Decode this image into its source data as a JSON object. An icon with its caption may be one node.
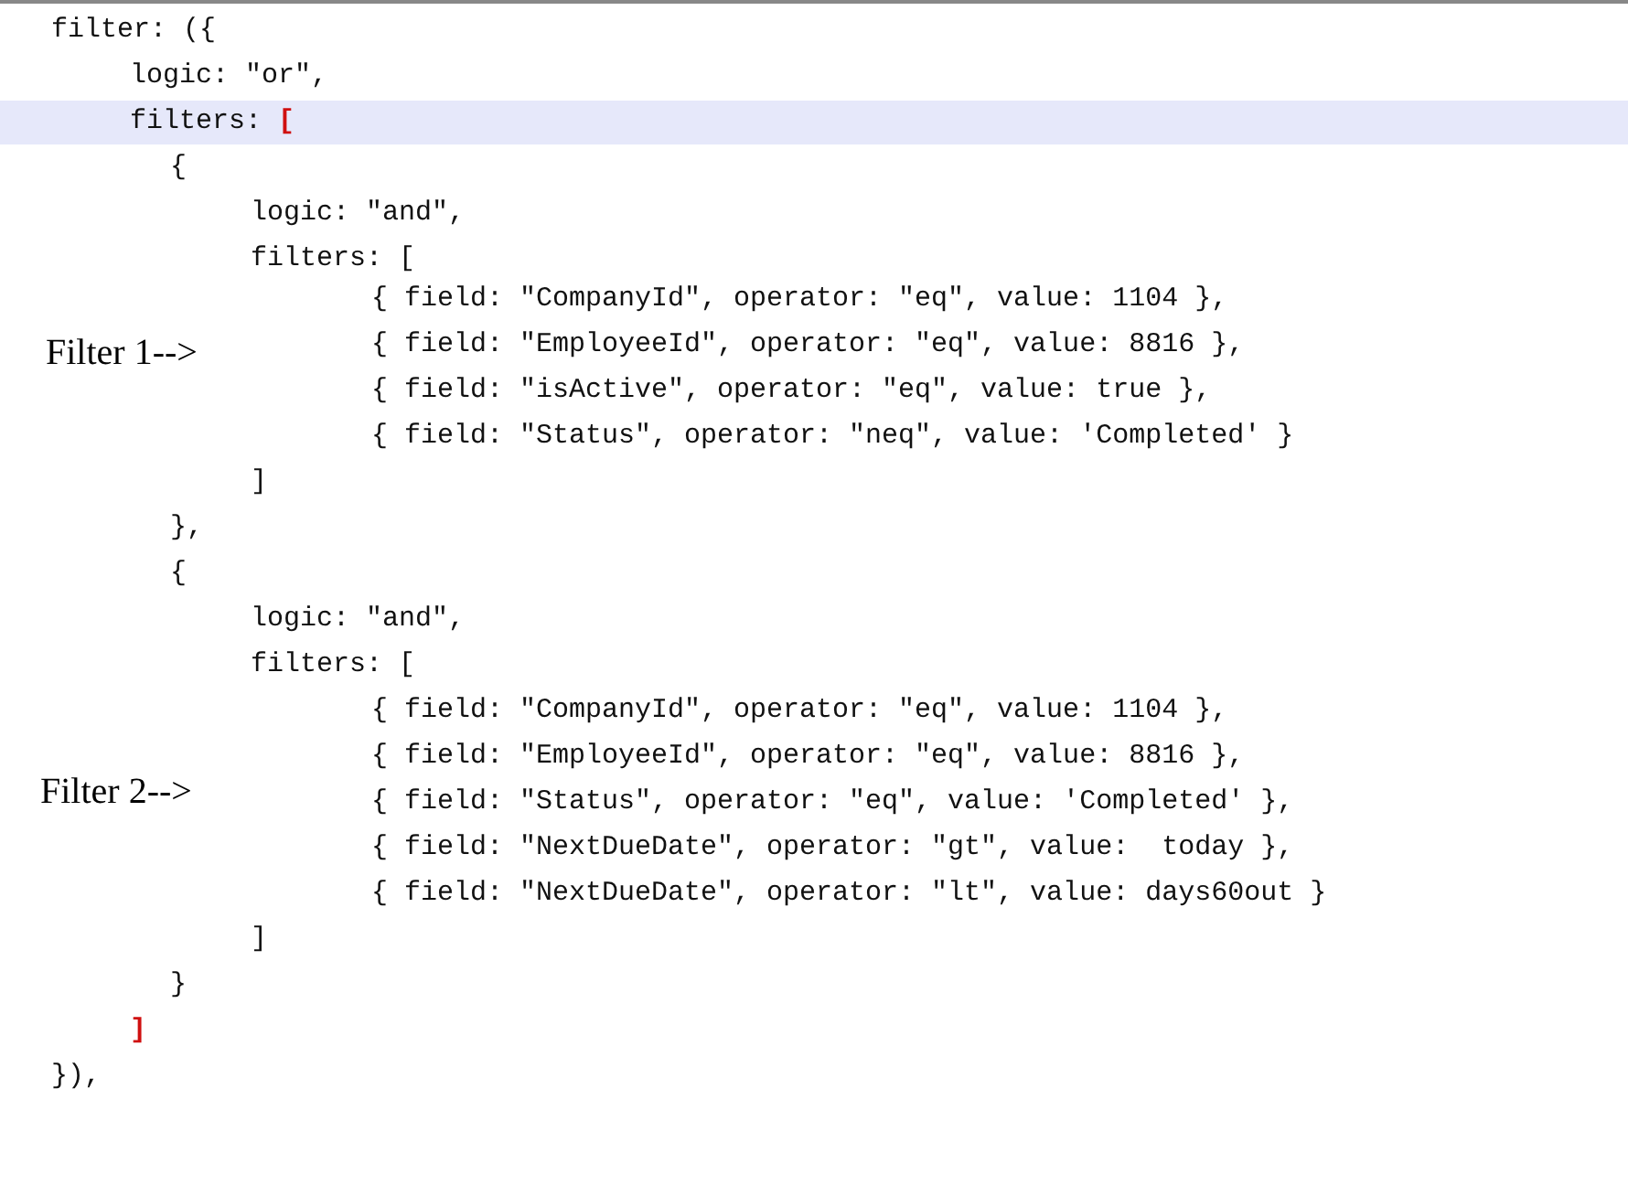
{
  "diagram": {
    "labels": [
      "filter: ({",
      "logic: \"or\",",
      "filters: [",
      "{",
      "logic: \"and\",",
      "filters: [",
      "{ field: \"CompanyId\", operator: \"eq\", value: 1104 },",
      "Filter 1-->",
      "{ field: \"EmployeeId\", operator: \"eq\", value: 8816 },",
      "{ field: \"isActive\", operator: \"eq\", value: true },",
      "{ field: \"Status\", operator: \"neq\", value: 'Completed' }",
      "]",
      "},",
      "{",
      "logic: \"and\",",
      "filters: [",
      "{ field: \"CompanyId\", operator: \"eq\", value: 1104 },",
      "{ field: \"EmployeeId\", operator: \"eq\", value: 8816 },",
      "Filter 2-->",
      "{ field: \"Status\", operator: \"eq\", value: 'Completed' },",
      "{ field: \"NextDueDate\", operator: \"gt\", value:  today },",
      "{ field: \"NextDueDate\", operator: \"lt\", value: days60out }",
      "]",
      "}",
      "]",
      "}),"
    ]
  }
}
